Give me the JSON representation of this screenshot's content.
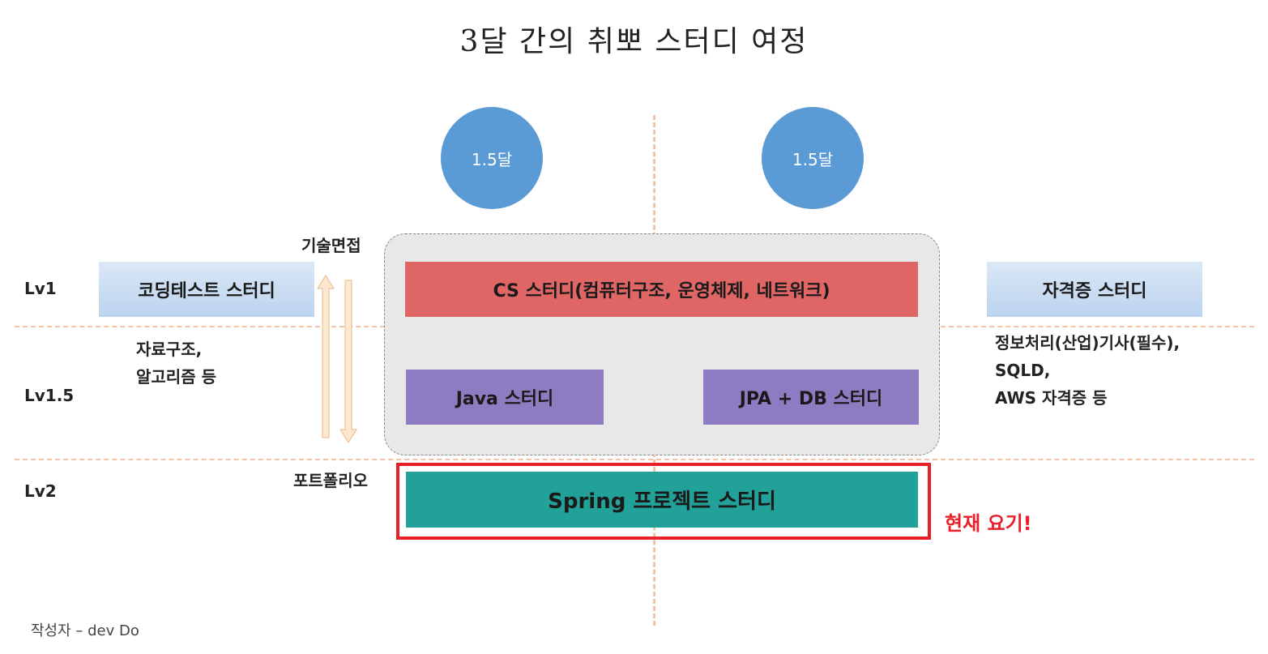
{
  "title": "3달 간의 취뽀 스터디 여정",
  "phases": [
    "1.5달",
    "1.5달"
  ],
  "levels": [
    "Lv1",
    "Lv1.5",
    "Lv2"
  ],
  "left": {
    "coding_test": "코딩테스트 스터디",
    "coding_note_line1": "자료구조,",
    "coding_note_line2": "알고리즘 등",
    "interview_label": "기술면접",
    "portfolio_label": "포트폴리오"
  },
  "center": {
    "cs_study": "CS 스터디(컴퓨터구조, 운영체제, 네트워크)",
    "java_study": "Java 스터디",
    "jpa_study": "JPA + DB 스터디",
    "spring_study": "Spring 프로젝트 스터디"
  },
  "right": {
    "cert_study": "자격증 스터디",
    "cert_note_line1": "정보처리(산업)기사(필수),",
    "cert_note_line2": "SQLD,",
    "cert_note_line3": "AWS 자격증 등"
  },
  "current_marker": "현재 요기!",
  "author": "작성자 – dev Do",
  "colors": {
    "circle": "#5b9bd5",
    "cs_bar": "#e06666",
    "java_bar": "#8e7cc3",
    "spring_bar": "#21a197",
    "highlight": "#e8202a"
  }
}
